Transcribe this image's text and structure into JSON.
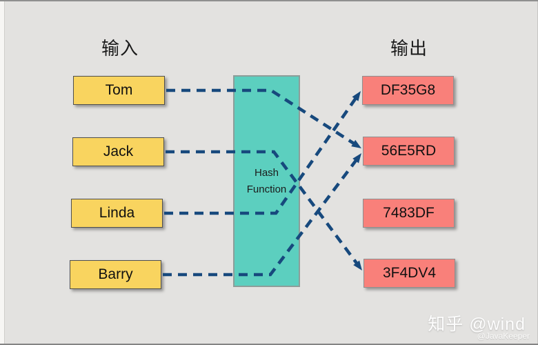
{
  "titles": {
    "input": "输入",
    "output": "输出"
  },
  "inputs": [
    {
      "label": "Tom"
    },
    {
      "label": "Jack"
    },
    {
      "label": "Linda"
    },
    {
      "label": "Barry"
    }
  ],
  "hash_box": {
    "label": "Hash Function"
  },
  "outputs": [
    {
      "label": "DF35G8"
    },
    {
      "label": "56E5RD"
    },
    {
      "label": "7483DF"
    },
    {
      "label": "3F4DV4"
    }
  ],
  "edges": [
    {
      "from": "Tom",
      "to": "56E5RD"
    },
    {
      "from": "Jack",
      "to": "3F4DV4"
    },
    {
      "from": "Linda",
      "to": "DF35G8"
    },
    {
      "from": "Barry",
      "to": "56E5RD"
    }
  ],
  "watermark": {
    "brand": "知乎 @wind",
    "author": "@JavaKeeper"
  },
  "colors": {
    "background": "#e3e2e0",
    "input_fill": "#f9d45f",
    "output_fill": "#f9807a",
    "hash_fill": "#5ccfbf",
    "wire": "#17497d"
  }
}
